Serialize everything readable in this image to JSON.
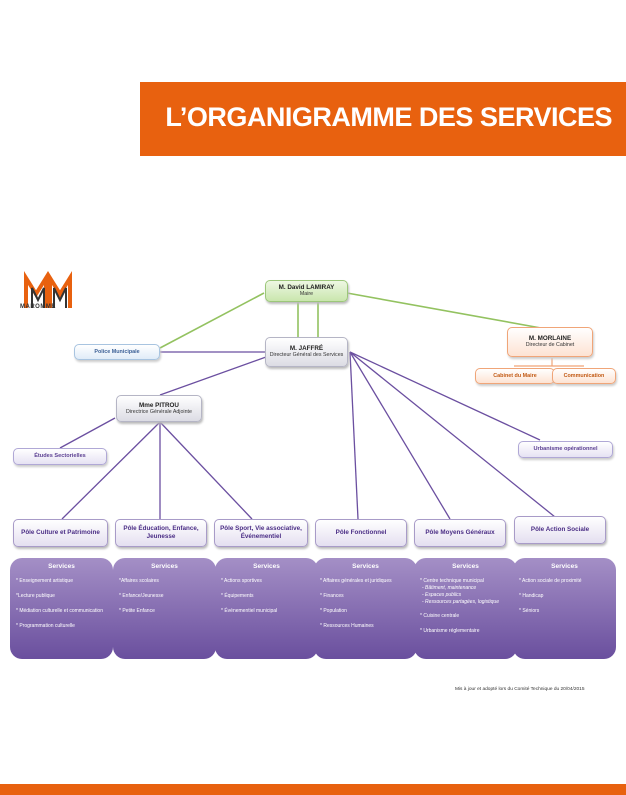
{
  "header": {
    "title": "L’ORGANIGRAMME DES SERVICES"
  },
  "logo": {
    "text": "MAROMME"
  },
  "maire": {
    "name": "M. David LAMIRAY",
    "role": "Maire"
  },
  "dgs": {
    "name": "M. JAFFRÉ",
    "role": "Directeur Général des Services"
  },
  "cabinet": {
    "name": "M. MORLAINE",
    "role": "Directeur de Cabinet"
  },
  "dga": {
    "name": "Mme PITROU",
    "role": "Directrice Générale Adjointe"
  },
  "police": "Police Municipale",
  "etudes": "Études Sectorielles",
  "urbanisme_op": "Urbanisme opérationnel",
  "cabinet_maire": "Cabinet du Maire",
  "communication": "Communication",
  "poles": [
    {
      "label": "Pôle Culture et Patrimoine"
    },
    {
      "label": "Pôle Éducation, Enfance, Jeunesse"
    },
    {
      "label": "Pôle Sport, Vie associative, Événementiel"
    },
    {
      "label": "Pôle Fonctionnel"
    },
    {
      "label": "Pôle Moyens Généraux"
    },
    {
      "label": "Pôle Action Sociale"
    }
  ],
  "services_title": "Services",
  "services": [
    {
      "items": [
        "* Enseignement artistique",
        "*Lecture publique",
        "* Médiation culturelle et communication",
        "* Programmation culturelle"
      ]
    },
    {
      "items": [
        "*Affaires scolaires",
        "* Enfance/Jeunesse",
        "* Petite Enfance"
      ]
    },
    {
      "items": [
        "* Actions sportives",
        "* Équipements",
        "* Événementiel municipal"
      ]
    },
    {
      "items": [
        "* Affaires générales et juridiques",
        "* Finances",
        "* Population",
        "* Ressources Humaines"
      ]
    },
    {
      "items": [
        "* Centre technique municipal"
      ],
      "subs": [
        "- Bâtiment, maintenance",
        "- Espaces publics",
        "- Ressources partagées, logistique"
      ],
      "after": [
        "* Cuisine centrale",
        "* Urbanisme réglementaire"
      ]
    },
    {
      "items": [
        "* Action sociale de proximité",
        "* Handicap",
        "* Séniors"
      ]
    }
  ],
  "footnote": "Mis à jour  et adopté lors du Comité Technique du 20/04/2015",
  "colors": {
    "accent": "#e8610f",
    "line_green": "#93c260",
    "line_purple": "#6b4fa0",
    "services": "#7d63ad"
  }
}
